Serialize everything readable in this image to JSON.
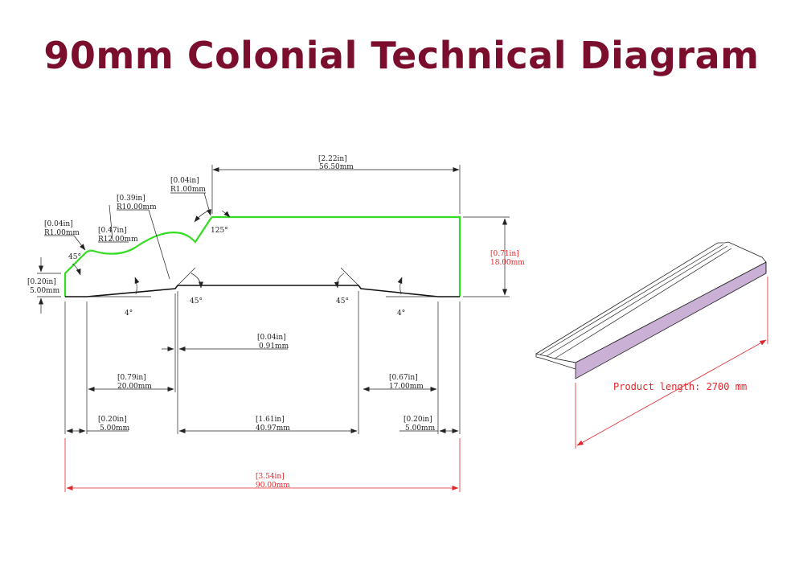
{
  "title": "90mm Colonial Technical Diagram",
  "colors": {
    "title": "#7a0e2c",
    "profile": "#33dd22",
    "overall_dim": "#e2262a",
    "edge_face": "#cbb0d6"
  },
  "dims": {
    "top_width": {
      "in": "[2.22in]",
      "mm": "56.50mm"
    },
    "r1_top": {
      "in": "[0.04in]",
      "mm": "R1.00mm"
    },
    "r10": {
      "in": "[0.39in]",
      "mm": "R10.00mm"
    },
    "r12": {
      "in": "[0.47in]",
      "mm": "R12.00mm"
    },
    "r1_left": {
      "in": "[0.04in]",
      "mm": "R1.00mm"
    },
    "angle_45_left": "45°",
    "angle_125": "125°",
    "left_height": {
      "in": "[0.20in]",
      "mm": "5.00mm"
    },
    "right_height": {
      "in": "[0.71in]",
      "mm": "18.00mm"
    },
    "angle_4_left": "4°",
    "angle_45_a": "45°",
    "angle_45_b": "45°",
    "angle_4_right": "4°",
    "gap": {
      "in": "[0.04in]",
      "mm": "0.91mm"
    },
    "left_20": {
      "in": "[0.79in]",
      "mm": "20.00mm"
    },
    "right_17": {
      "in": "[0.67in]",
      "mm": "17.00mm"
    },
    "left_5": {
      "in": "[0.20in]",
      "mm": "5.00mm"
    },
    "center": {
      "in": "[1.61in]",
      "mm": "40.97mm"
    },
    "right_5": {
      "in": "[0.20in]",
      "mm": "5.00mm"
    },
    "overall": {
      "in": "[3.54in]",
      "mm": "90.00mm"
    }
  },
  "product_length": "Product length: 2700 mm"
}
